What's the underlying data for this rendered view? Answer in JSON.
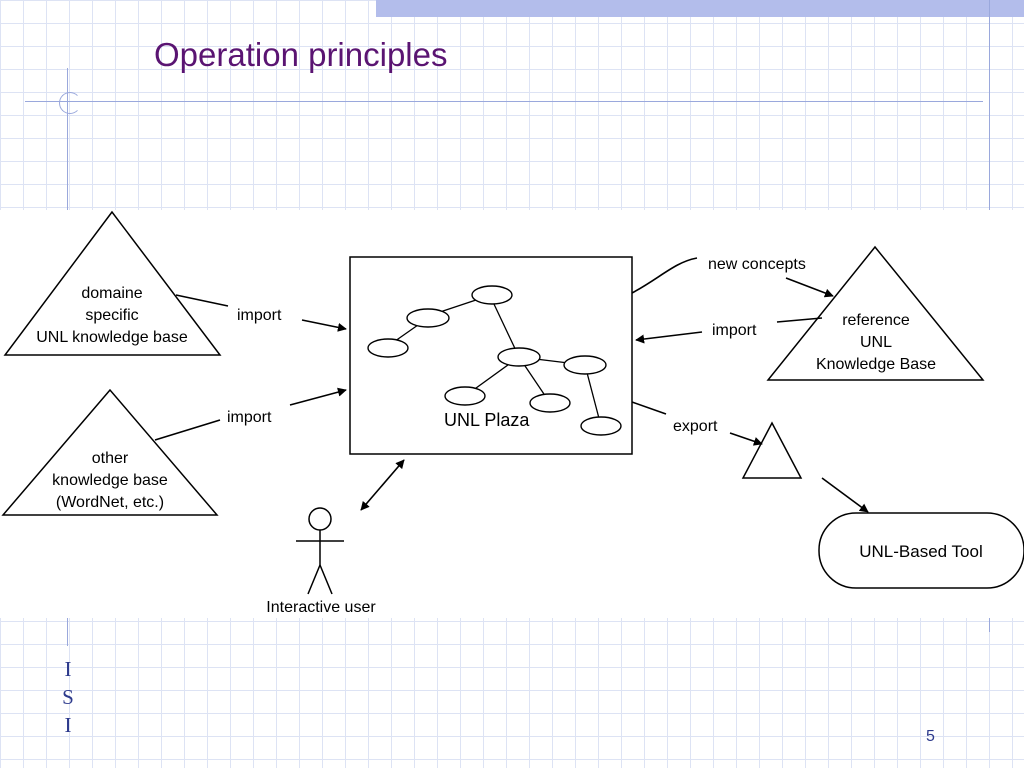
{
  "slide": {
    "title": "Operation principles",
    "sidebar_letters": [
      "I",
      "S",
      "I"
    ],
    "page_number": "5"
  },
  "diagram": {
    "kb_domain": [
      "domaine",
      "specific",
      "UNL knowledge base"
    ],
    "kb_other": [
      "other",
      "knowledge base",
      "(WordNet, etc.)"
    ],
    "kb_reference": [
      "reference",
      "UNL",
      "Knowledge Base"
    ],
    "plaza_label": "UNL Plaza",
    "import_label_1": "import",
    "import_label_2": "import",
    "import_label_3": "import",
    "new_concepts_label": "new concepts",
    "export_label": "export",
    "tool_label": "UNL-Based Tool",
    "user_label": "Interactive user"
  }
}
